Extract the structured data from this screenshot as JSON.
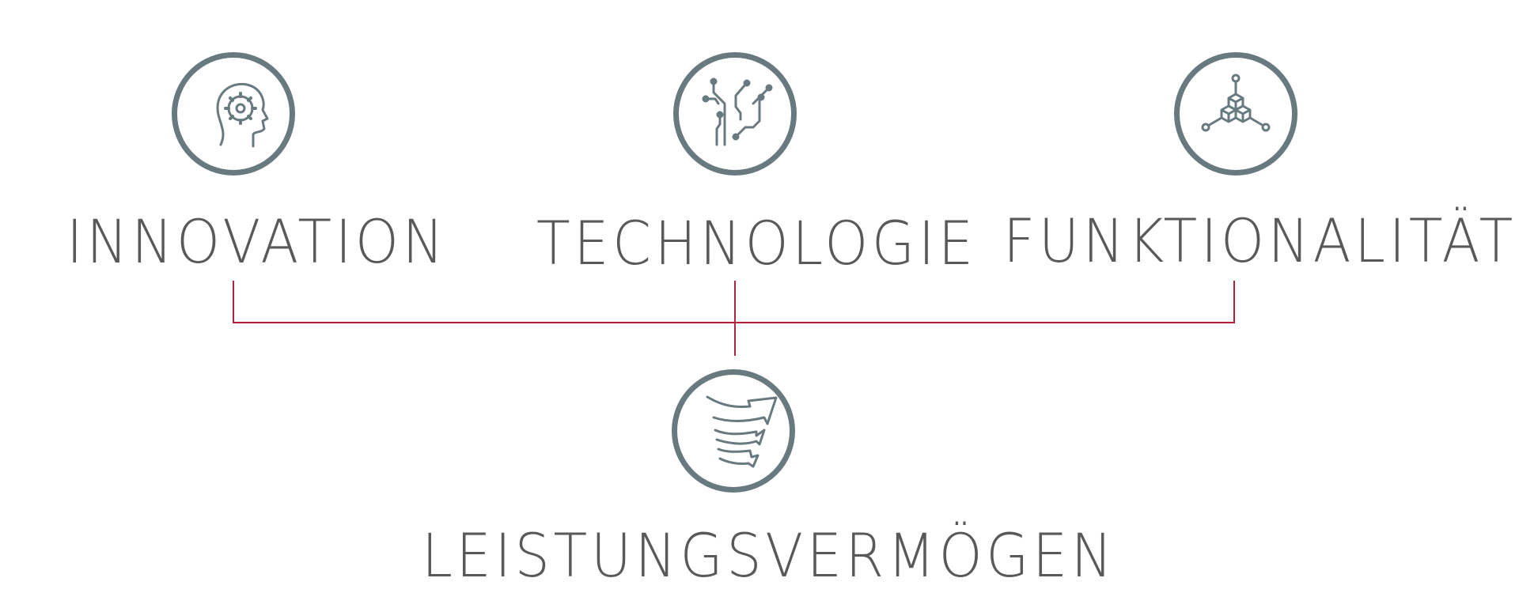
{
  "nodes": {
    "innovation": {
      "label": "INNOVATION",
      "icon": "head-gear-icon"
    },
    "technologie": {
      "label": "TECHNOLOGIE",
      "icon": "circuit-icon"
    },
    "funktionalitaet": {
      "label": "FUNKTIONALITÄT",
      "icon": "cubes-network-icon"
    },
    "leistungsvermoegen": {
      "label": "LEISTUNGSVERMÖGEN",
      "icon": "tornado-arrows-icon"
    }
  },
  "colors": {
    "icon": "#687a80",
    "text": "#58595b",
    "connector": "#b5213c"
  }
}
